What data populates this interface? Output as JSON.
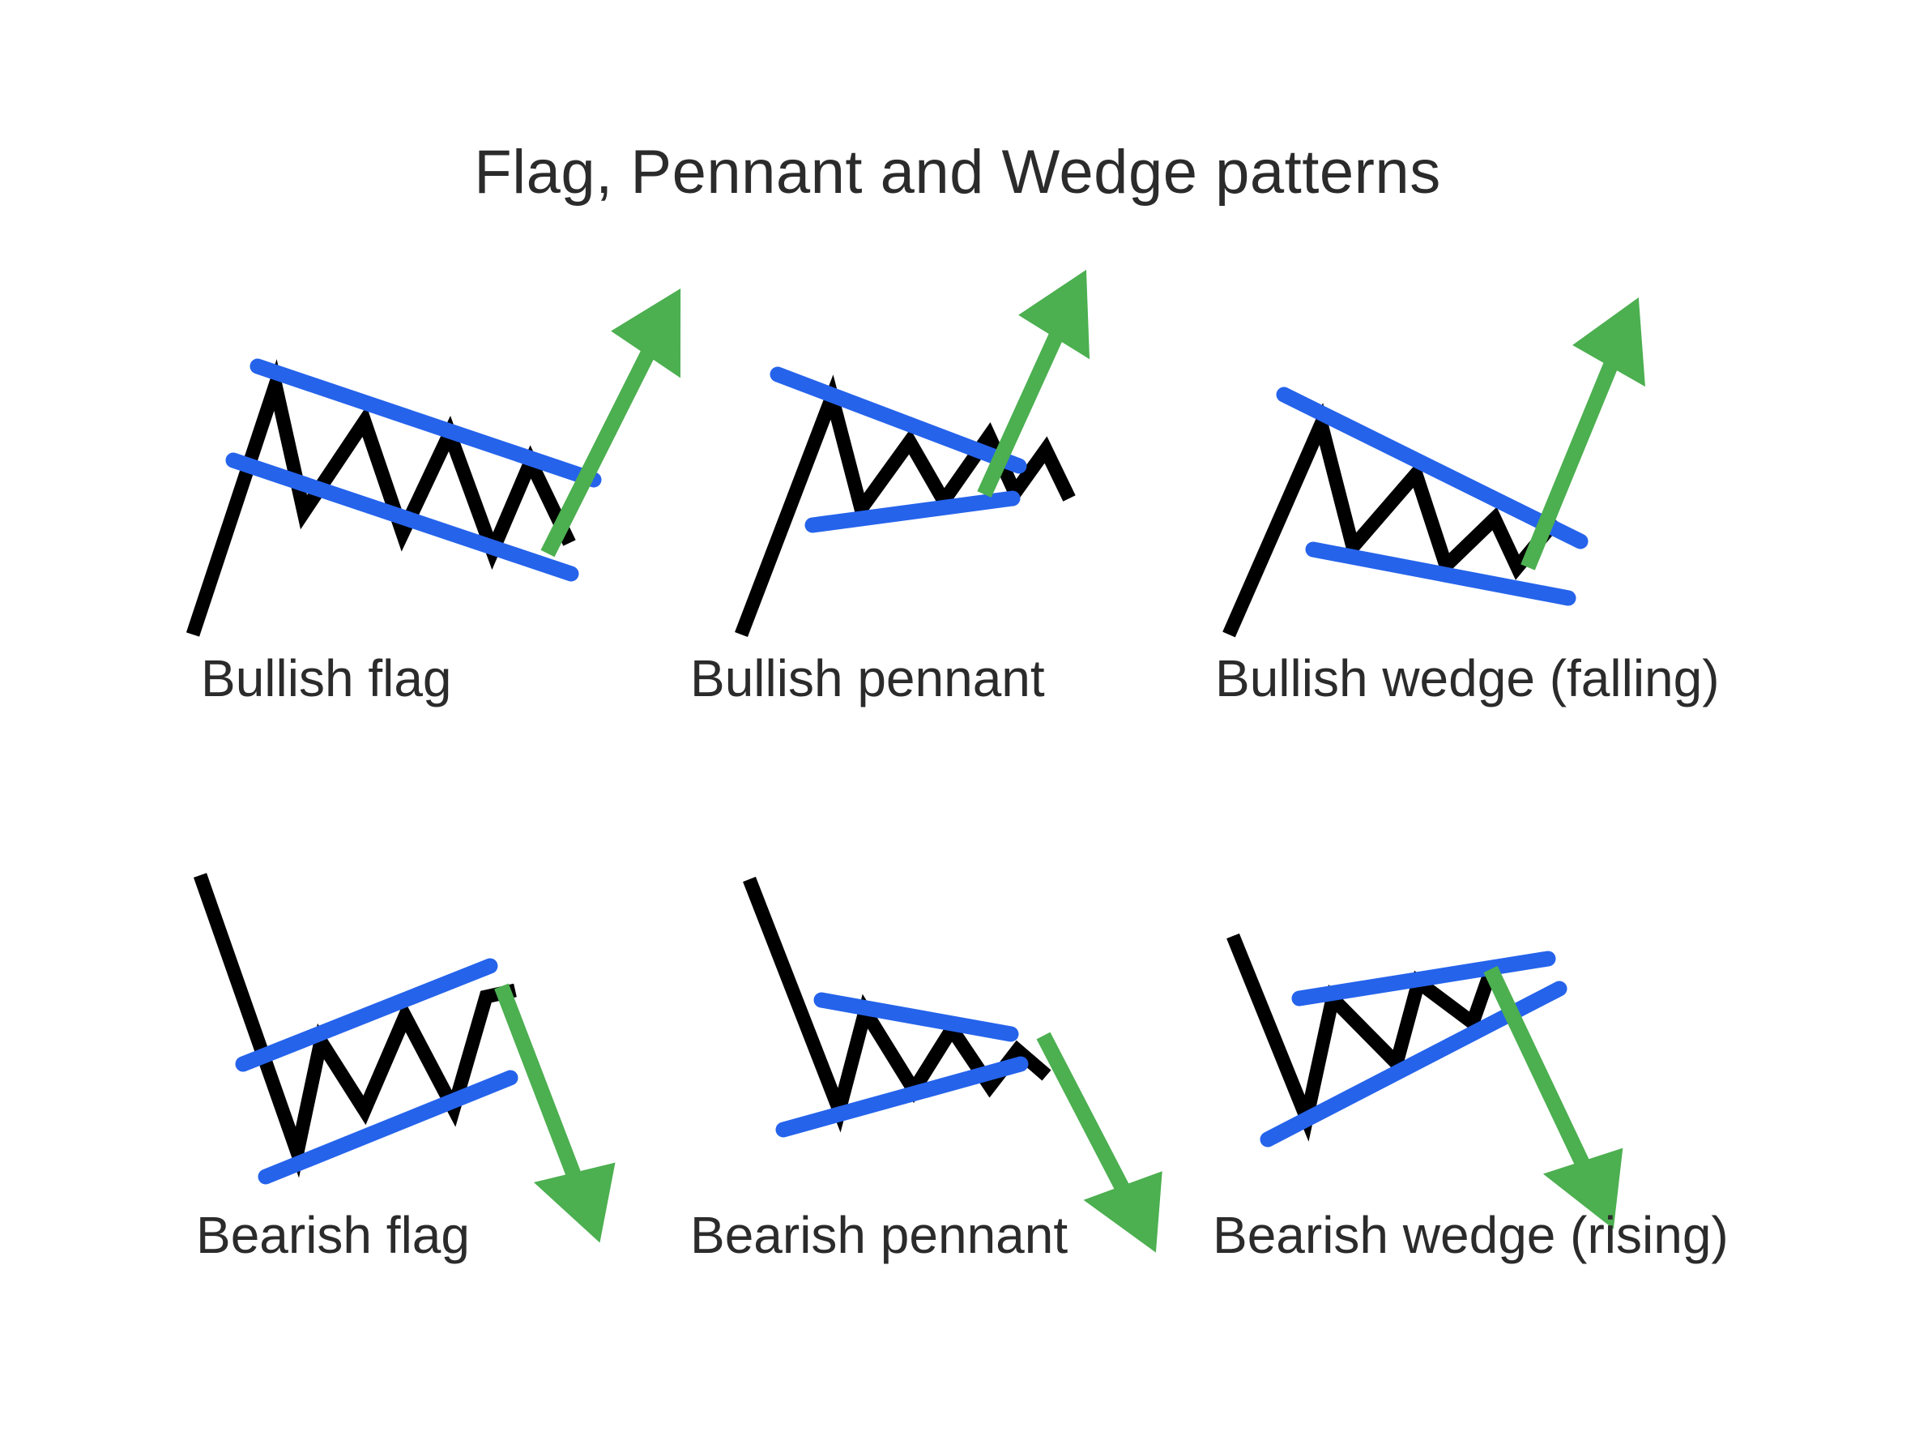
{
  "title": "Flag, Pennant and Wedge patterns",
  "colors": {
    "background": "#ffffff",
    "trendline": "#000000",
    "channel": "#2563eb",
    "breakout": "#4caf50",
    "text": "#2b2b2b"
  },
  "chart_data": {
    "type": "diagram",
    "title": "Flag, Pennant and Wedge patterns",
    "description": "Six technical-analysis continuation chart patterns arranged in a 2 x 3 grid. Top row shows bullish patterns with upward breakout arrows; bottom row shows bearish patterns with downward breakout arrows. Each panel has a black price trendline (flagpole plus consolidation zigzag), two blue boundary trendlines, and a green breakout arrow.",
    "grid": {
      "rows": 2,
      "cols": 3
    },
    "legend": {
      "black": "price action / flagpole + consolidation",
      "blue": "support and resistance trendlines",
      "green": "expected breakout direction"
    },
    "panels": [
      {
        "id": "bullish-flag",
        "label": "Bullish flag",
        "row": 1,
        "col": 1,
        "bias": "bullish",
        "pole_direction": "up",
        "channel_type": "parallel",
        "channel_slope": "down",
        "breakout_direction": "up",
        "consolidation_swings": 6
      },
      {
        "id": "bullish-pennant",
        "label": "Bullish pennant",
        "row": 1,
        "col": 2,
        "bias": "bullish",
        "pole_direction": "up",
        "channel_type": "converging",
        "channel_slope": "symmetrical",
        "breakout_direction": "up",
        "consolidation_swings": 6
      },
      {
        "id": "bullish-wedge-falling",
        "label": "Bullish wedge (falling)",
        "row": 1,
        "col": 3,
        "bias": "bullish",
        "pole_direction": "up",
        "channel_type": "converging",
        "channel_slope": "down",
        "breakout_direction": "up",
        "consolidation_swings": 6
      },
      {
        "id": "bearish-flag",
        "label": "Bearish flag",
        "row": 2,
        "col": 1,
        "bias": "bearish",
        "pole_direction": "down",
        "channel_type": "parallel",
        "channel_slope": "up",
        "breakout_direction": "down",
        "consolidation_swings": 6
      },
      {
        "id": "bearish-pennant",
        "label": "Bearish pennant",
        "row": 2,
        "col": 2,
        "bias": "bearish",
        "pole_direction": "down",
        "channel_type": "converging",
        "channel_slope": "symmetrical",
        "breakout_direction": "down",
        "consolidation_swings": 6
      },
      {
        "id": "bearish-wedge-rising",
        "label": "Bearish wedge (rising)",
        "row": 2,
        "col": 3,
        "bias": "bearish",
        "pole_direction": "down",
        "channel_type": "converging",
        "channel_slope": "up",
        "breakout_direction": "down",
        "consolidation_swings": 6
      }
    ]
  },
  "panels": {
    "bullish_flag": {
      "label": "Bullish flag"
    },
    "bullish_pennant": {
      "label": "Bullish pennant"
    },
    "bullish_wedge": {
      "label": "Bullish wedge (falling)"
    },
    "bearish_flag": {
      "label": "Bearish flag"
    },
    "bearish_pennant": {
      "label": "Bearish pennant"
    },
    "bearish_wedge": {
      "label": "Bearish wedge (rising)"
    }
  }
}
